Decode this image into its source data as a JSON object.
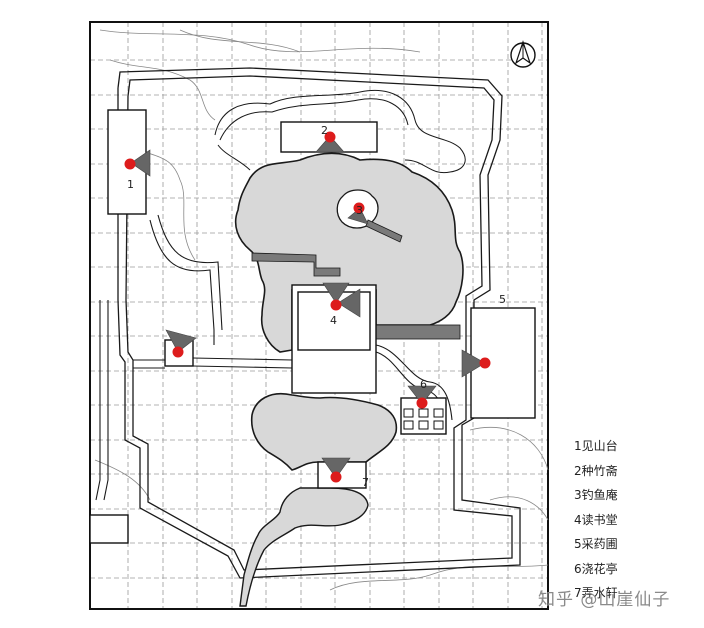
{
  "map": {
    "north_symbol": "north-arrow",
    "colors": {
      "pond_fill": "#d8d8d8",
      "marker": "#dd1c1c",
      "view_arrow": "#666666",
      "line": "#1a1a1a",
      "grid": "#9a9a9a",
      "bridge": "#7a7a7a"
    },
    "building_numbers": [
      "1",
      "2",
      "3",
      "4",
      "5",
      "6",
      "7"
    ]
  },
  "legend": {
    "items": [
      {
        "label": "1见山台"
      },
      {
        "label": "2种竹斋"
      },
      {
        "label": "3钓鱼庵"
      },
      {
        "label": "4读书堂"
      },
      {
        "label": "5采药圃"
      },
      {
        "label": "6浇花亭"
      },
      {
        "label": "7弄水轩"
      }
    ]
  },
  "watermark": {
    "text": "知乎 @山崖仙子"
  }
}
